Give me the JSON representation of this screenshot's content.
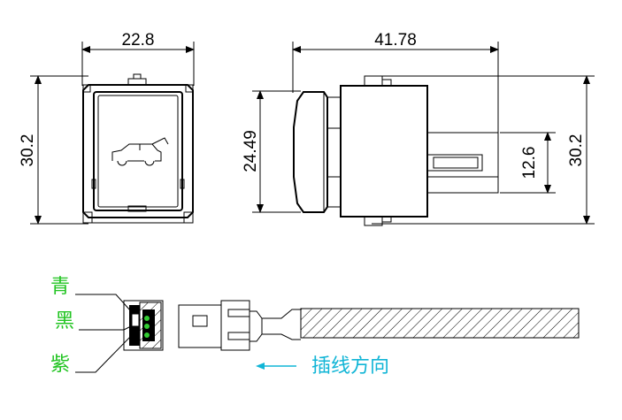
{
  "dimensions": {
    "front_width": "22.8",
    "front_height": "30.2",
    "side_length": "41.78",
    "side_body_height": "24.49",
    "side_height": "30.2",
    "connector_height": "12.6"
  },
  "wire_labels": {
    "top": "青",
    "middle": "黑",
    "bottom": "紫"
  },
  "insertion_label": "插线方向",
  "icons": [
    "car-tailgate-icon",
    "arrow-left-icon"
  ],
  "colors": {
    "line": "#000000",
    "wire_label": "#22c422",
    "insertion_text": "#11b5d6",
    "pin_dot": "#33cc33"
  }
}
